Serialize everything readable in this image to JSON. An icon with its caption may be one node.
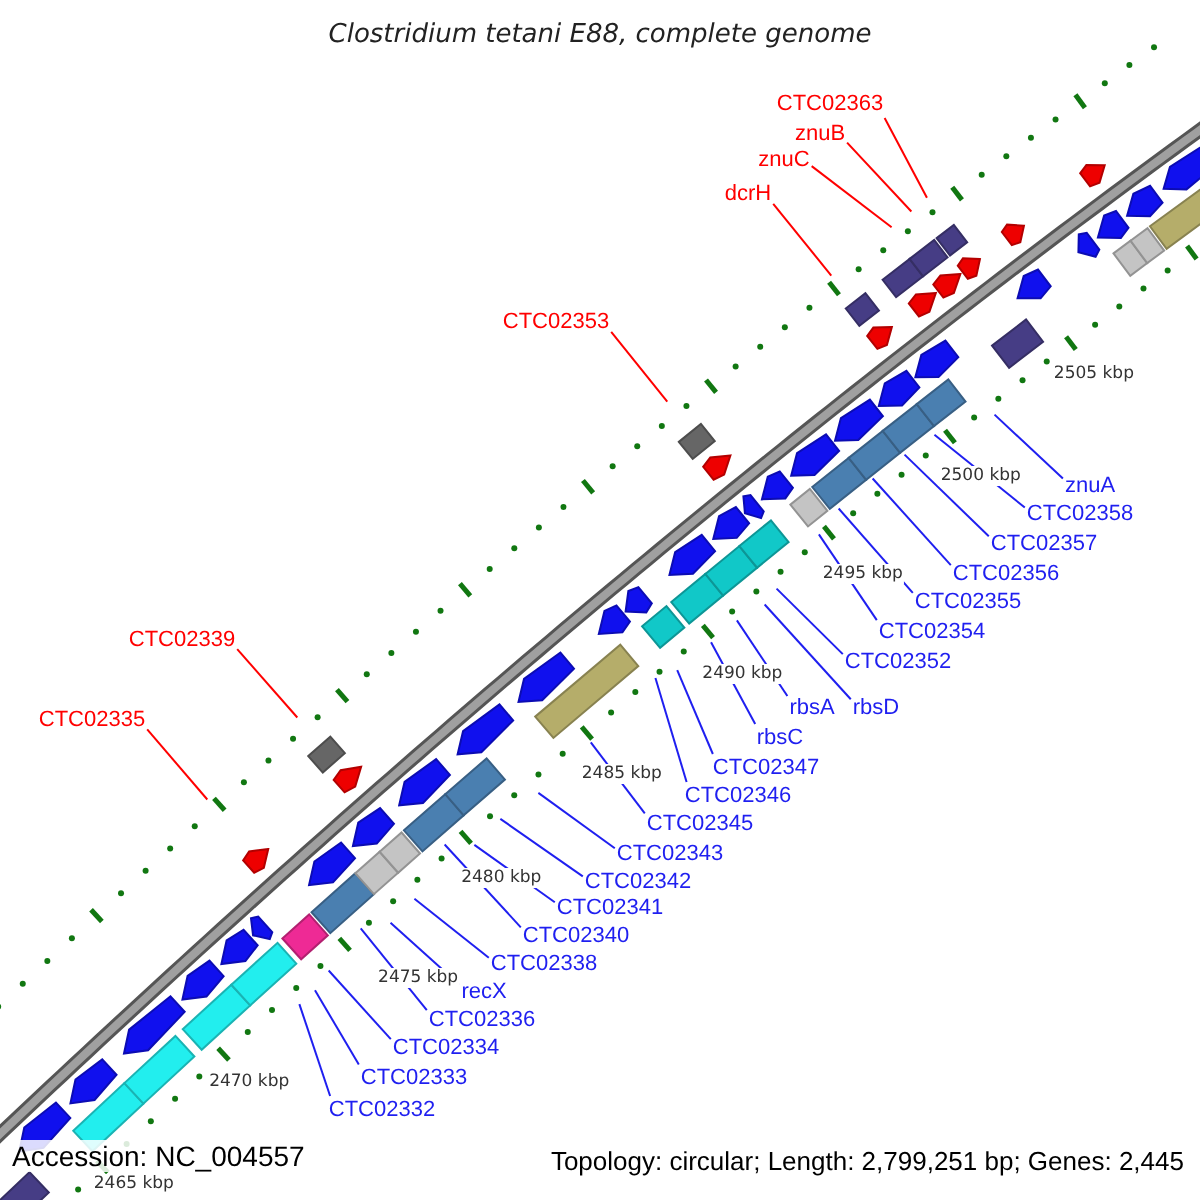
{
  "diagram": {
    "title": "Clostridium tetani E88, complete genome",
    "nodes": [
      {
        "text": [
          "CTC02363"
        ]
      },
      {
        "text": [
          "znuB"
        ]
      },
      {
        "text": [
          "znuC"
        ]
      },
      {
        "text": [
          "dcrH"
        ]
      },
      {
        "text": [
          "CTC02353"
        ]
      },
      {
        "text": [
          "znuA"
        ]
      },
      {
        "text": [
          "CTC02358"
        ]
      },
      {
        "text": [
          "CTC02357"
        ]
      },
      {
        "text": [
          "CTC02356"
        ]
      },
      {
        "text": [
          "CTC02355"
        ]
      },
      {
        "text": [
          "CTC02354"
        ]
      },
      {
        "text": [
          "CTC02339"
        ]
      },
      {
        "text": [
          "CTC02352"
        ]
      },
      {
        "text": [
          "rbsA"
        ]
      },
      {
        "text": [
          "rbsD"
        ]
      },
      {
        "text": [
          "CTC02335"
        ]
      },
      {
        "text": [
          "rbsC"
        ]
      },
      {
        "text": [
          "CTC02347"
        ]
      },
      {
        "text": [
          "CTC02346"
        ]
      },
      {
        "text": [
          "CTC02345"
        ]
      },
      {
        "text": [
          "CTC02343"
        ]
      },
      {
        "text": [
          "CTC02342"
        ]
      },
      {
        "text": [
          "CTC02341"
        ]
      },
      {
        "text": [
          "CTC02340"
        ]
      },
      {
        "text": [
          "CTC02338"
        ]
      },
      {
        "text": [
          "recX"
        ]
      },
      {
        "text": [
          "CTC02336"
        ]
      },
      {
        "text": [
          "CTC02334"
        ]
      },
      {
        "text": [
          "CTC02333"
        ]
      },
      {
        "text": [
          "CTC02332"
        ]
      }
    ],
    "edges": [
      {
        "from": 0,
        "to": null,
        "arrow": "none",
        "color": "#ff0000"
      },
      {
        "from": 1,
        "to": null,
        "arrow": "none",
        "color": "#ff0000"
      },
      {
        "from": 2,
        "to": null,
        "arrow": "none",
        "color": "#ff0000"
      },
      {
        "from": 3,
        "to": null,
        "arrow": "none",
        "color": "#ff0000"
      },
      {
        "from": 4,
        "to": null,
        "arrow": "none",
        "color": "#ff0000"
      },
      {
        "from": 5,
        "to": null,
        "arrow": "none"
      },
      {
        "from": 6,
        "to": null,
        "arrow": "none"
      },
      {
        "from": 7,
        "to": null,
        "arrow": "none"
      },
      {
        "from": 8,
        "to": null,
        "arrow": "none"
      },
      {
        "from": 9,
        "to": null,
        "arrow": "none"
      },
      {
        "from": 10,
        "to": null,
        "arrow": "none"
      },
      {
        "from": 11,
        "to": null,
        "arrow": "none",
        "color": "#ff0000"
      },
      {
        "from": 12,
        "to": null,
        "arrow": "none"
      },
      {
        "from": 13,
        "to": null,
        "arrow": "none"
      },
      {
        "from": 14,
        "to": null,
        "arrow": "none"
      },
      {
        "from": 15,
        "to": null,
        "arrow": "none",
        "color": "#ff0000"
      },
      {
        "from": 16,
        "to": null,
        "arrow": "none"
      },
      {
        "from": 17,
        "to": null,
        "arrow": "none"
      },
      {
        "from": 18,
        "to": null,
        "arrow": "none"
      },
      {
        "from": 19,
        "to": null,
        "arrow": "none"
      },
      {
        "from": 20,
        "to": null,
        "arrow": "none"
      },
      {
        "from": 21,
        "to": null,
        "arrow": "none"
      },
      {
        "from": 22,
        "to": null,
        "arrow": "none"
      },
      {
        "from": 23,
        "to": null,
        "arrow": "none"
      },
      {
        "from": 24,
        "to": null,
        "arrow": "none"
      },
      {
        "from": 25,
        "to": null,
        "arrow": "none"
      },
      {
        "from": 26,
        "to": null,
        "arrow": "none"
      },
      {
        "from": 27,
        "to": null,
        "arrow": "none"
      },
      {
        "from": 28,
        "to": null,
        "arrow": "none"
      },
      {
        "from": 29,
        "to": null,
        "arrow": "none"
      }
    ],
    "labels": [
      "2505 kbp",
      "2500 kbp",
      "2495 kbp",
      "2490 kbp",
      "2485 kbp",
      "2480 kbp",
      "2475 kbp",
      "2470 kbp",
      "Accession: NC_004557",
      "Topology: circular; Length: 2,799,251 bp; Genes: 2,445",
      "2465 kbp"
    ]
  }
}
